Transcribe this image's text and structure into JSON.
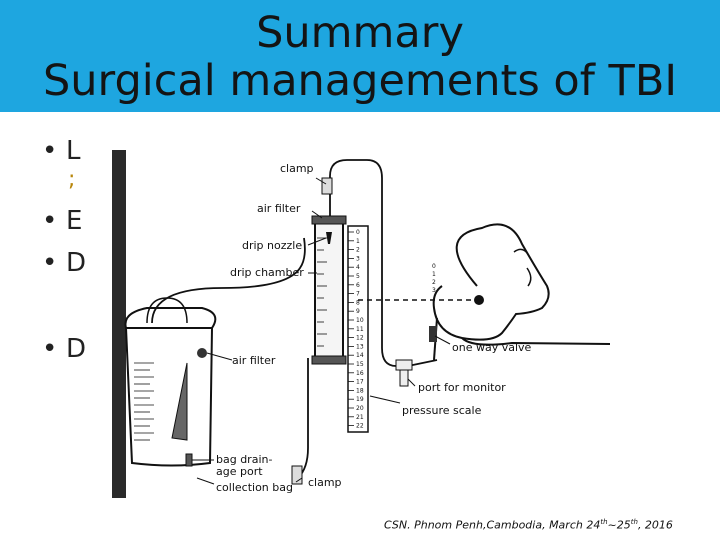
{
  "title": {
    "line1": "Summary",
    "line2": "Surgical managements of TBI"
  },
  "bullets": [
    {
      "dot": "•",
      "text": "L"
    },
    {
      "dot": "•",
      "text": "E"
    },
    {
      "dot": "•",
      "text": "D"
    },
    {
      "dot": "•",
      "text": "D"
    }
  ],
  "semicolon": ";",
  "figure": {
    "labels": {
      "clamp_top": "clamp",
      "air_filter": "air filter",
      "drip_nozzle": "drip nozzle",
      "drip_chamber": "drip chamber",
      "air_filter_bag": "air filter",
      "one_way_valve": "one way valve",
      "port_for_monitor": "port for monitor",
      "pressure_scale": "pressure scale",
      "bag_drainage_port_1": "bag drain-",
      "bag_drainage_port_2": "age port",
      "collection_bag": "collection bag",
      "clamp_bottom": "clamp"
    },
    "scale_ticks": [
      "0",
      "1",
      "2",
      "3",
      "4",
      "5",
      "6",
      "7",
      "8",
      "9",
      "10",
      "11",
      "12",
      "13",
      "14",
      "15",
      "16",
      "17",
      "18",
      "19",
      "20",
      "21",
      "22"
    ]
  },
  "footer": {
    "prefix": "CSN. Phnom Penh,Cambodia, March 24",
    "sup1": "th",
    "mid": "~25",
    "sup2": "th",
    "suffix": ", 2016"
  },
  "colors": {
    "title_bar": "#1ea6e0",
    "semicolon": "#b8860b"
  }
}
